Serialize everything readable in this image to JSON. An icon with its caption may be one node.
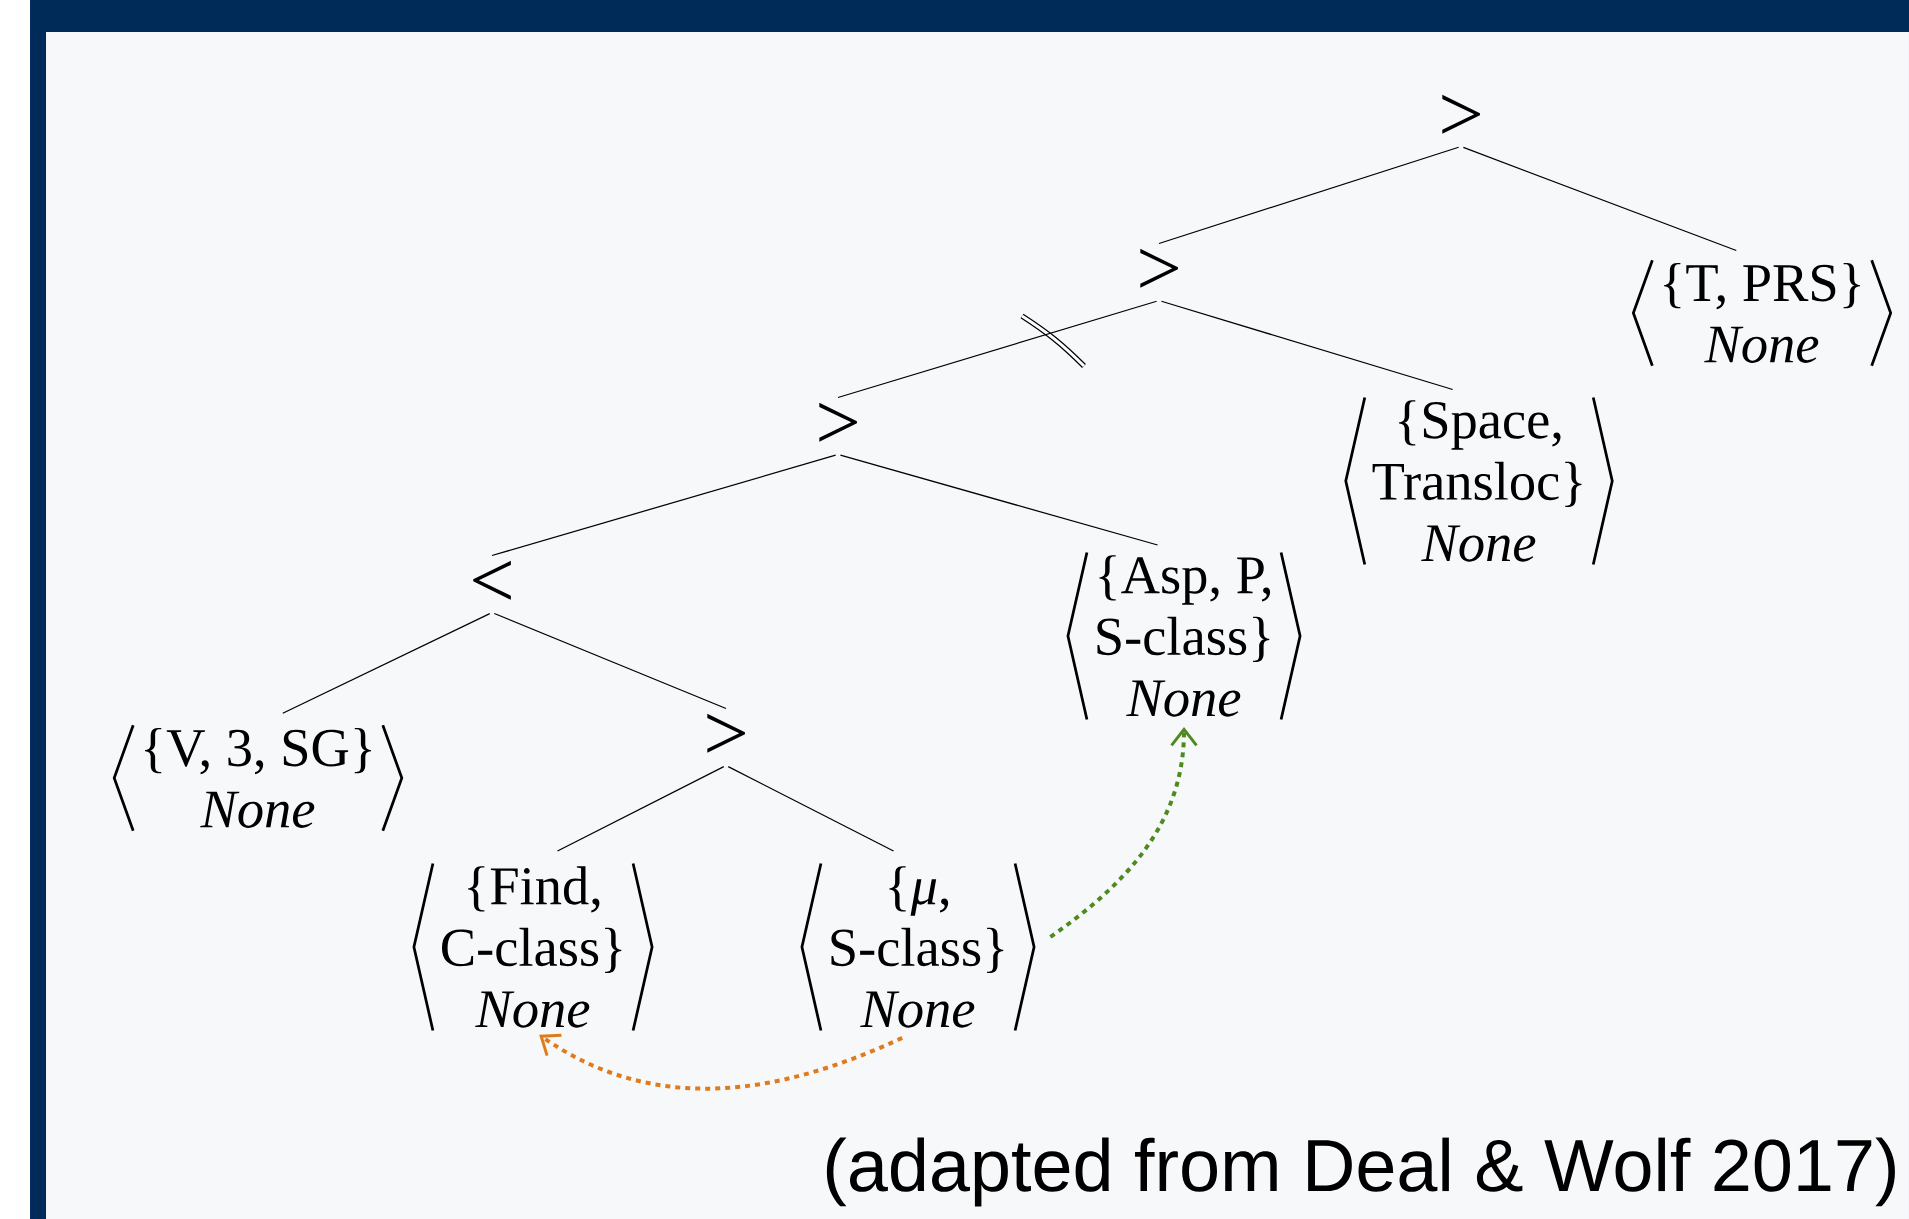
{
  "diagram": {
    "caption": "(adapted from Deal & Wolf 2017)",
    "nodes": [
      {
        "text": [
          ">"
        ]
      },
      {
        "text": [
          ">"
        ]
      },
      {
        "text": [
          "{T, PRS}",
          "None"
        ]
      },
      {
        "text": [
          ">"
        ]
      },
      {
        "text": [
          "{Space, Transloc}",
          "None"
        ]
      },
      {
        "text": [
          "<"
        ]
      },
      {
        "text": [
          "{Asp, P, S-class}",
          "None"
        ]
      },
      {
        "text": [
          "{V, 3, SG}",
          "None"
        ]
      },
      {
        "text": [
          ">"
        ]
      },
      {
        "text": [
          "{Find, C-class}",
          "None"
        ]
      },
      {
        "text": [
          "{*μ*, S-class}",
          "None"
        ]
      }
    ],
    "edges": [
      {
        "from": 0,
        "to": 1,
        "arrow": "none"
      },
      {
        "from": 0,
        "to": 2,
        "arrow": "none"
      },
      {
        "from": 1,
        "to": 3,
        "arrow": "none"
      },
      {
        "from": 1,
        "to": 4,
        "arrow": "none"
      },
      {
        "from": 3,
        "to": 5,
        "arrow": "none"
      },
      {
        "from": 3,
        "to": 6,
        "arrow": "none"
      },
      {
        "from": 5,
        "to": 7,
        "arrow": "none"
      },
      {
        "from": 5,
        "to": 8,
        "arrow": "none"
      },
      {
        "from": 8,
        "to": 9,
        "arrow": "none"
      },
      {
        "from": 8,
        "to": 10,
        "arrow": "none"
      },
      {
        "from": 10,
        "to": 9,
        "arrow": "to",
        "style": "dashed",
        "color": "#e07b1c"
      },
      {
        "from": 10,
        "to": 6,
        "arrow": "to",
        "style": "dashed",
        "color": "#4e8a1e"
      }
    ]
  }
}
